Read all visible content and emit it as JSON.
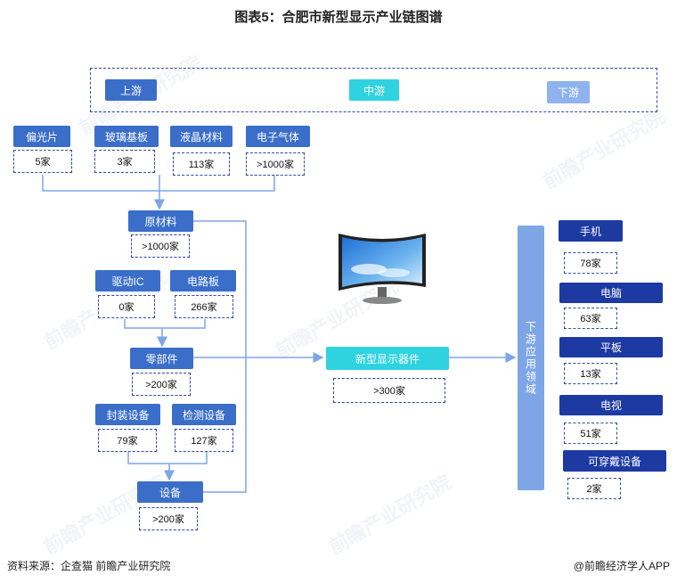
{
  "title": "图表5：合肥市新型显示产业链图谱",
  "streams": {
    "upstream": "上游",
    "midstream": "中游",
    "downstream": "下游"
  },
  "raw_inputs": [
    {
      "label": "偏光片",
      "count": "5家"
    },
    {
      "label": "玻璃基板",
      "count": "3家"
    },
    {
      "label": "液晶材料",
      "count": "113家"
    },
    {
      "label": "电子气体",
      "count": ">1000家"
    }
  ],
  "raw_materials": {
    "label": "原材料",
    "count": ">1000家"
  },
  "components_inputs": [
    {
      "label": "驱动IC",
      "count": "0家"
    },
    {
      "label": "电路板",
      "count": "266家"
    }
  ],
  "components": {
    "label": "零部件",
    "count": ">200家"
  },
  "equipment_inputs": [
    {
      "label": "封装设备",
      "count": "79家"
    },
    {
      "label": "检测设备",
      "count": "127家"
    }
  ],
  "equipment": {
    "label": "设备",
    "count": ">200家"
  },
  "product": {
    "label": "新型显示器件",
    "count": ">300家"
  },
  "downstream_label": "下游应用领域",
  "applications": [
    {
      "label": "手机",
      "count": "78家"
    },
    {
      "label": "电脑",
      "count": "63家"
    },
    {
      "label": "平板",
      "count": "13家"
    },
    {
      "label": "电视",
      "count": "51家"
    },
    {
      "label": "可穿戴设备",
      "count": "2家"
    }
  ],
  "footer": {
    "source": "资料来源：企查猫 前瞻产业研究院",
    "brand": "@前瞻经济学人APP"
  },
  "watermark": "前瞻产业研究院",
  "colors": {
    "accent_blue": "#3a6ec8",
    "dark_blue": "#1d3aa3",
    "teal": "#2fd3df",
    "light_blue": "#8fb3ee",
    "line": "#7ea6e6"
  }
}
